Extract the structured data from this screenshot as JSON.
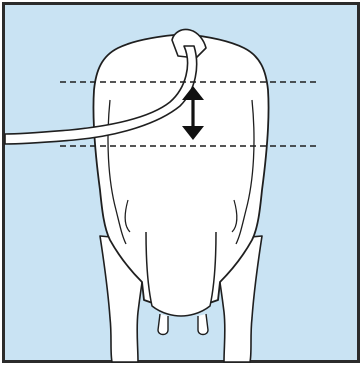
{
  "diagram": {
    "subject": "cow-rear-view",
    "colors": {
      "frame_border": "#2b2b2b",
      "panel_fill": "#c9e3f3",
      "cow_fill": "#ffffff",
      "outline": "#1f1f1f",
      "guide_line": "#1f1f1f",
      "arrow": "#111111"
    },
    "guide_lines": {
      "style": "dashed",
      "count": 2
    },
    "measurement_arrow": {
      "direction": "double-headed-vertical"
    }
  }
}
